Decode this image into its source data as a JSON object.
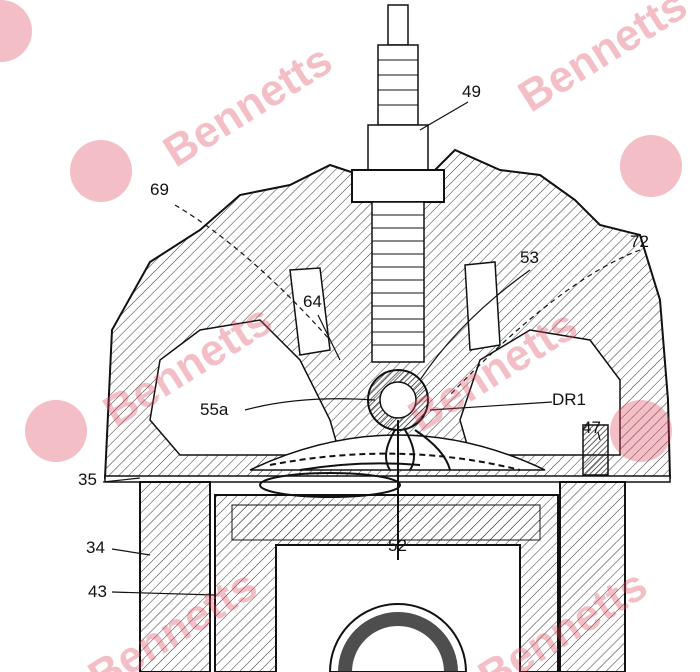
{
  "labels": {
    "l49": "49",
    "l69": "69",
    "l53": "53",
    "l72": "72",
    "l64": "64",
    "l55a": "55a",
    "lDR1": "DR1",
    "l47": "47",
    "l35": "35",
    "l52": "52",
    "l34": "34",
    "l43": "43"
  },
  "watermark": "Bennetts",
  "colors": {
    "line": "#111111",
    "watermark": "#dc465a"
  }
}
